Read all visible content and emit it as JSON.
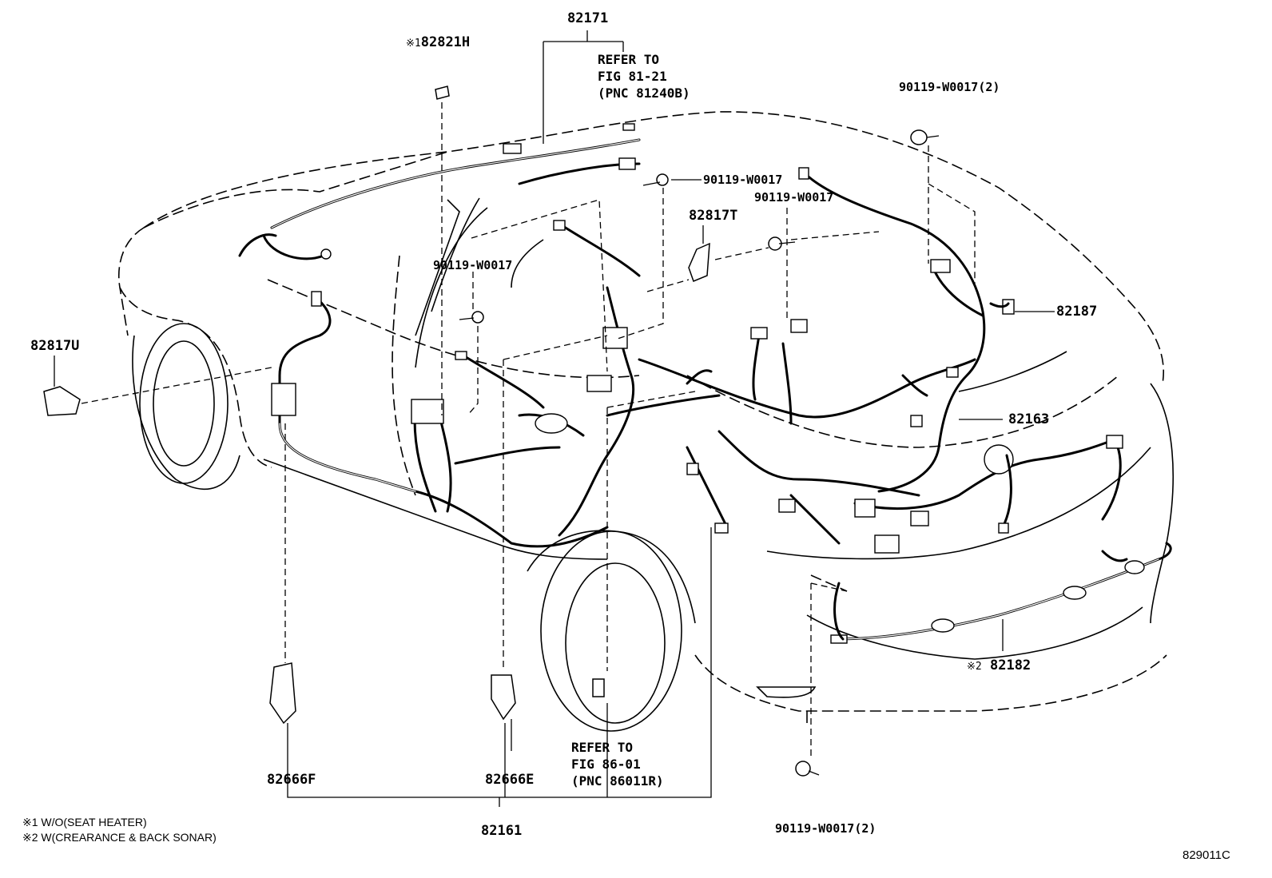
{
  "labels": {
    "p82171": "82171",
    "p82821H": "82821H",
    "p82821H_mark": "※1",
    "p90119_a": "90119-W0017",
    "p90119_b": "90119-W0017",
    "p90119_c": "90119-W0017",
    "p90119_2_top": "90119-W0017(2)",
    "p90119_2_bottom": "90119-W0017(2)",
    "p82817T": "82817T",
    "p82817U": "82817U",
    "p82187": "82187",
    "p82163": "82163",
    "p82182": "82182",
    "p82182_mark": "※2",
    "p82666F": "82666F",
    "p82666E": "82666E",
    "p82161": "82161"
  },
  "refer_top": "REFER TO\nFIG 81-21\n(PNC 81240B)",
  "refer_bottom": "REFER TO\nFIG 86-01\n(PNC 86011R)",
  "notes": {
    "note1": "※1 W/O(SEAT HEATER)",
    "note2": "※2 W(CREARANCE & BACK SONAR)"
  },
  "figure_id": "829011C"
}
